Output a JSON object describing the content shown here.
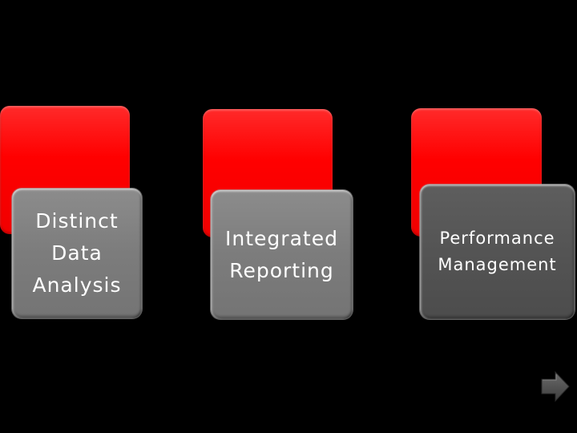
{
  "colors": {
    "background": "#000000",
    "accent_red": "#ff0000",
    "tile_light_grey": "#7c7c7c",
    "tile_dark_grey": "#545454",
    "text": "#ffffff",
    "arrow": "#555555"
  },
  "boxes": [
    {
      "label": "Distinct\nData\nAnalysis"
    },
    {
      "label": "Integrated\nReporting"
    },
    {
      "label": "Performance\nManagement"
    }
  ],
  "navigation": {
    "next_icon": "arrow-right-icon"
  }
}
